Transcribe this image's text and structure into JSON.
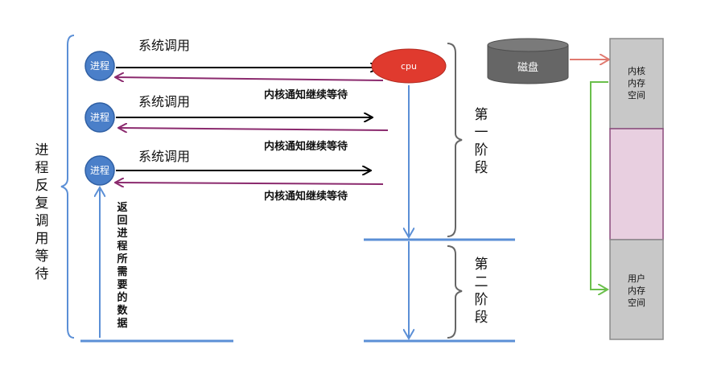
{
  "left_label": [
    "进",
    "程",
    "反",
    "复",
    "调",
    "用",
    "等",
    "待"
  ],
  "process_label": "进程",
  "syscall_label": "系统调用",
  "notify_label": "内核通知继续等待",
  "cpu_label": "cpu",
  "return_label": [
    "返",
    "回",
    "进",
    "程",
    "所",
    "需",
    "要",
    "的",
    "数",
    "据"
  ],
  "stage1_label": [
    "第",
    "一",
    "阶",
    "段"
  ],
  "stage2_label": [
    "第",
    "二",
    "阶",
    "段"
  ],
  "disk_label": "磁盘",
  "kernel_space_label": [
    "内核",
    "内存",
    "空间"
  ],
  "user_space_label": [
    "用户",
    "内存",
    "空间"
  ],
  "colors": {
    "process_fill": "#4a7fc9",
    "cpu_fill": "#e03a2e",
    "disk_fill": "#666666",
    "notify_arrow": "#8b2a6e",
    "flow_arrow": "#5b8fd6",
    "kernel_arrow": "#e07a70",
    "user_arrow": "#6abf4b",
    "mem_grey": "#c8c8c8",
    "mem_pink": "#e8cfe0",
    "mem_border": "#8a4b7c"
  }
}
